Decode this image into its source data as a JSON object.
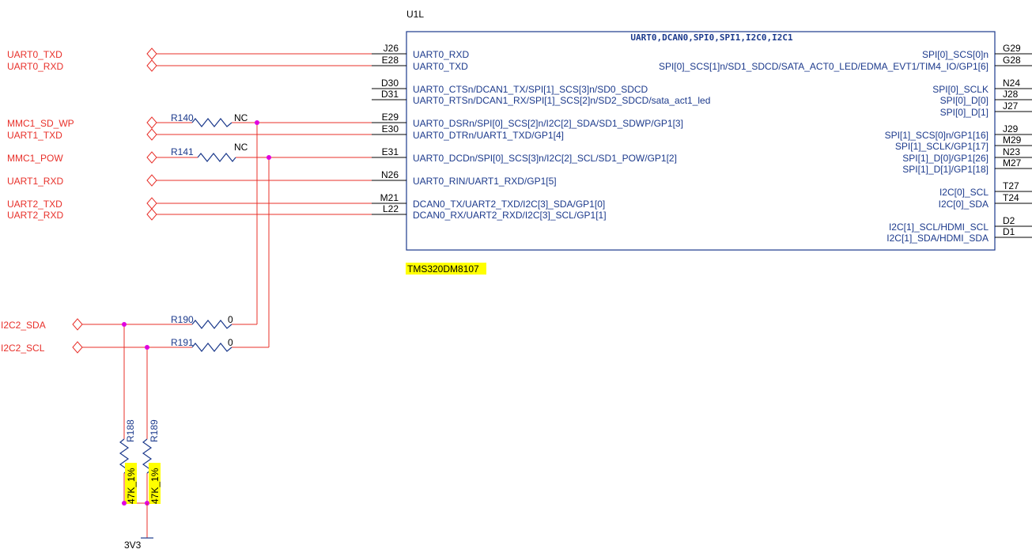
{
  "component": {
    "refdes": "U1L",
    "header": "UART0,DCAN0,SPI0,SPI1,I2C0,I2C1",
    "part_number": "TMS320DM8107",
    "part_highlight_color": "#ffff00"
  },
  "left_nets": [
    "UART0_TXD",
    "UART0_RXD",
    "MMC1_SD_WP",
    "UART1_TXD",
    "MMC1_POW",
    "UART1_RXD",
    "UART2_TXD",
    "UART2_RXD",
    "I2C2_SDA",
    "I2C2_SCL"
  ],
  "left_pins": [
    {
      "num": "J26",
      "name": "UART0_RXD"
    },
    {
      "num": "E28",
      "name": "UART0_TXD"
    },
    {
      "num": "D30",
      "name": "UART0_CTSn/DCAN1_TX/SPI[1]_SCS[3]n/SD0_SDCD"
    },
    {
      "num": "D31",
      "name": "UART0_RTSn/DCAN1_RX/SPI[1]_SCS[2]n/SD2_SDCD/sata_act1_led"
    },
    {
      "num": "E29",
      "name": "UART0_DSRn/SPI[0]_SCS[2]n/I2C[2]_SDA/SD1_SDWP/GP1[3]"
    },
    {
      "num": "E30",
      "name": "UART0_DTRn/UART1_TXD/GP1[4]"
    },
    {
      "num": "E31",
      "name": "UART0_DCDn/SPI[0]_SCS[3]n/I2C[2]_SCL/SD1_POW/GP1[2]"
    },
    {
      "num": "N26",
      "name": "UART0_RIN/UART1_RXD/GP1[5]"
    },
    {
      "num": "M21",
      "name": "DCAN0_TX/UART2_TXD/I2C[3]_SDA/GP1[0]"
    },
    {
      "num": "L22",
      "name": "DCAN0_RX/UART2_RXD/I2C[3]_SCL/GP1[1]"
    }
  ],
  "right_pins": [
    {
      "num": "G29",
      "name": "SPI[0]_SCS[0]n"
    },
    {
      "num": "G28",
      "name": "SPI[0]_SCS[1]n/SD1_SDCD/SATA_ACT0_LED/EDMA_EVT1/TIM4_IO/GP1[6]"
    },
    {
      "num": "N24",
      "name": "SPI[0]_SCLK"
    },
    {
      "num": "J28",
      "name": "SPI[0]_D[0]"
    },
    {
      "num": "J27",
      "name": "SPI[0]_D[1]"
    },
    {
      "num": "J29",
      "name": "SPI[1]_SCS[0]n/GP1[16]"
    },
    {
      "num": "M29",
      "name": "SPI[1]_SCLK/GP1[17]"
    },
    {
      "num": "N23",
      "name": "SPI[1]_D[0]/GP1[26]"
    },
    {
      "num": "M27",
      "name": "SPI[1]_D[1]/GP1[18]"
    },
    {
      "num": "T27",
      "name": "I2C[0]_SCL"
    },
    {
      "num": "T24",
      "name": "I2C[0]_SDA"
    },
    {
      "num": "D2",
      "name": "I2C[1]_SCL/HDMI_SCL"
    },
    {
      "num": "D1",
      "name": "I2C[1]_SDA/HDMI_SDA"
    }
  ],
  "resistors": [
    {
      "ref": "R140",
      "value": "NC"
    },
    {
      "ref": "R141",
      "value": "NC"
    },
    {
      "ref": "R190",
      "value": "0"
    },
    {
      "ref": "R191",
      "value": "0"
    },
    {
      "ref": "R188",
      "value": "47K_1%"
    },
    {
      "ref": "R189",
      "value": "47K_1%"
    }
  ],
  "power": {
    "label": "3V3"
  },
  "colors": {
    "net": "#e8302a",
    "symbol": "#1c3a8c",
    "junction": "#e000e0"
  }
}
